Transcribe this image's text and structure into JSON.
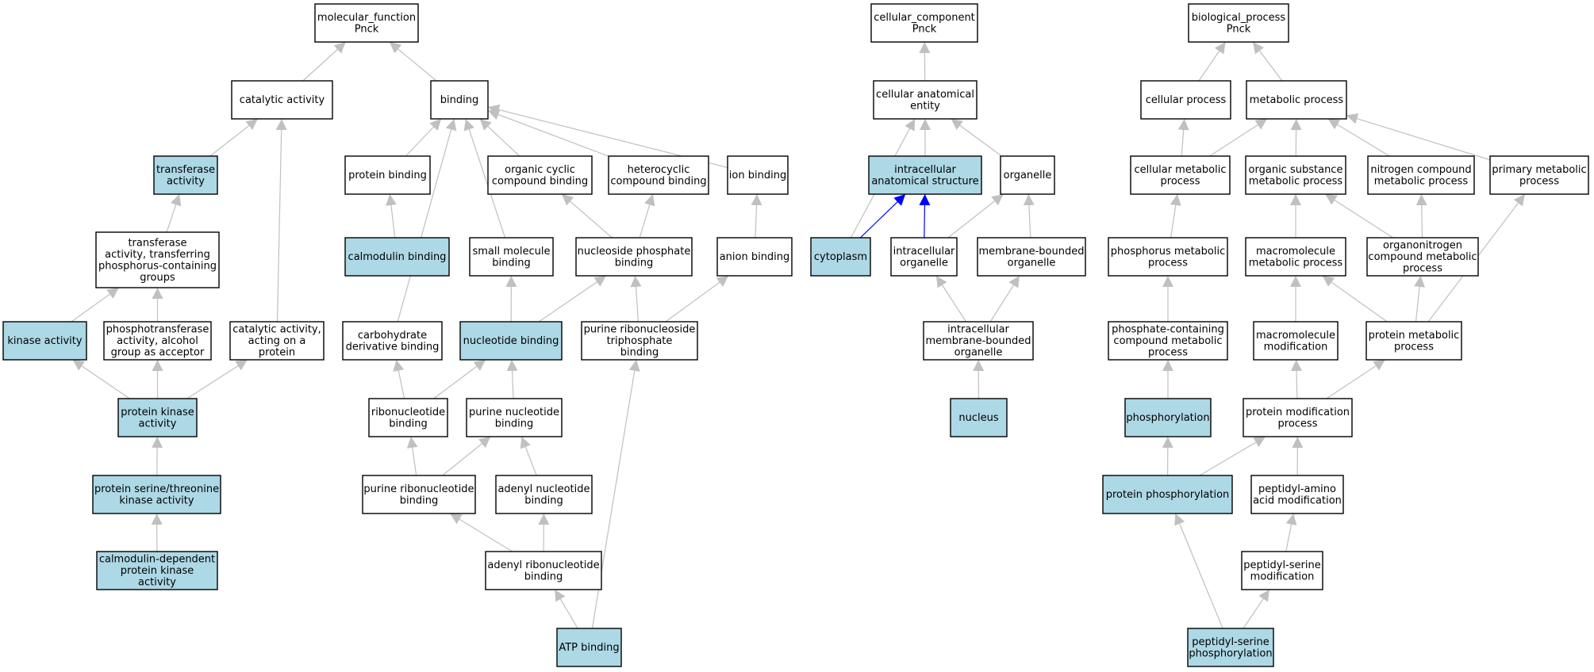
{
  "colors": {
    "highlight": "#add8e6",
    "plain": "#ffffff",
    "edge": "#c0c0c0",
    "edge_emph": "#0000ff",
    "border": "#000000"
  },
  "nodes": [
    {
      "id": "mf",
      "lines": [
        "molecular_function",
        "Pnck"
      ],
      "hl": false
    },
    {
      "id": "catalytic",
      "lines": [
        "catalytic activity"
      ],
      "hl": false
    },
    {
      "id": "binding",
      "lines": [
        "binding"
      ],
      "hl": false
    },
    {
      "id": "transferase",
      "lines": [
        "transferase",
        "activity"
      ],
      "hl": true
    },
    {
      "id": "transfer_p",
      "lines": [
        "transferase",
        "activity, transferring",
        "phosphorus-containing",
        "groups"
      ],
      "hl": false
    },
    {
      "id": "kinase",
      "lines": [
        "kinase activity"
      ],
      "hl": true
    },
    {
      "id": "phosphotransferase",
      "lines": [
        "phosphotransferase",
        "activity, alcohol",
        "group as acceptor"
      ],
      "hl": false
    },
    {
      "id": "cat_protein",
      "lines": [
        "catalytic activity,",
        "acting on a",
        "protein"
      ],
      "hl": false
    },
    {
      "id": "protein_kinase",
      "lines": [
        "protein kinase",
        "activity"
      ],
      "hl": true
    },
    {
      "id": "ser_thr",
      "lines": [
        "protein serine/threonine",
        "kinase activity"
      ],
      "hl": true
    },
    {
      "id": "camk",
      "lines": [
        "calmodulin-dependent",
        "protein kinase",
        "activity"
      ],
      "hl": true
    },
    {
      "id": "protein_binding",
      "lines": [
        "protein binding"
      ],
      "hl": false
    },
    {
      "id": "calmodulin_binding",
      "lines": [
        "calmodulin binding"
      ],
      "hl": true
    },
    {
      "id": "org_cyclic",
      "lines": [
        "organic cyclic",
        "compound binding"
      ],
      "hl": false
    },
    {
      "id": "heterocyclic",
      "lines": [
        "heterocyclic",
        "compound binding"
      ],
      "hl": false
    },
    {
      "id": "ion_binding",
      "lines": [
        "ion binding"
      ],
      "hl": false
    },
    {
      "id": "small_mol",
      "lines": [
        "small molecule",
        "binding"
      ],
      "hl": false
    },
    {
      "id": "nuc_phos",
      "lines": [
        "nucleoside phosphate",
        "binding"
      ],
      "hl": false
    },
    {
      "id": "anion",
      "lines": [
        "anion binding"
      ],
      "hl": false
    },
    {
      "id": "carb_deriv",
      "lines": [
        "carbohydrate",
        "derivative binding"
      ],
      "hl": false
    },
    {
      "id": "nuc_binding",
      "lines": [
        "nucleotide binding"
      ],
      "hl": true
    },
    {
      "id": "pur_ribonucleoside_tp",
      "lines": [
        "purine ribonucleoside",
        "triphosphate",
        "binding"
      ],
      "hl": false
    },
    {
      "id": "ribonuc",
      "lines": [
        "ribonucleotide",
        "binding"
      ],
      "hl": false
    },
    {
      "id": "pur_nuc",
      "lines": [
        "purine nucleotide",
        "binding"
      ],
      "hl": false
    },
    {
      "id": "pur_ribonuc",
      "lines": [
        "purine ribonucleotide",
        "binding"
      ],
      "hl": false
    },
    {
      "id": "adenyl_nuc",
      "lines": [
        "adenyl nucleotide",
        "binding"
      ],
      "hl": false
    },
    {
      "id": "adenyl_ribonuc",
      "lines": [
        "adenyl ribonucleotide",
        "binding"
      ],
      "hl": false
    },
    {
      "id": "atp",
      "lines": [
        "ATP binding"
      ],
      "hl": true
    },
    {
      "id": "cc",
      "lines": [
        "cellular_component",
        "Pnck"
      ],
      "hl": false
    },
    {
      "id": "cae",
      "lines": [
        "cellular anatomical",
        "entity"
      ],
      "hl": false
    },
    {
      "id": "ias",
      "lines": [
        "intracellular",
        "anatomical structure"
      ],
      "hl": true
    },
    {
      "id": "organelle",
      "lines": [
        "organelle"
      ],
      "hl": false
    },
    {
      "id": "cytoplasm",
      "lines": [
        "cytoplasm"
      ],
      "hl": true
    },
    {
      "id": "ic_organelle",
      "lines": [
        "intracellular",
        "organelle"
      ],
      "hl": false
    },
    {
      "id": "mb_organelle",
      "lines": [
        "membrane-bounded",
        "organelle"
      ],
      "hl": false
    },
    {
      "id": "ic_mb_organelle",
      "lines": [
        "intracellular",
        "membrane-bounded",
        "organelle"
      ],
      "hl": false
    },
    {
      "id": "nucleus",
      "lines": [
        "nucleus"
      ],
      "hl": true
    },
    {
      "id": "bp",
      "lines": [
        "biological_process",
        "Pnck"
      ],
      "hl": false
    },
    {
      "id": "cell_proc",
      "lines": [
        "cellular process"
      ],
      "hl": false
    },
    {
      "id": "met_proc",
      "lines": [
        "metabolic process"
      ],
      "hl": false
    },
    {
      "id": "cell_met",
      "lines": [
        "cellular metabolic",
        "process"
      ],
      "hl": false
    },
    {
      "id": "org_sub_met",
      "lines": [
        "organic substance",
        "metabolic process"
      ],
      "hl": false
    },
    {
      "id": "nitro_met",
      "lines": [
        "nitrogen compound",
        "metabolic process"
      ],
      "hl": false
    },
    {
      "id": "prim_met",
      "lines": [
        "primary metabolic",
        "process"
      ],
      "hl": false
    },
    {
      "id": "phos_met",
      "lines": [
        "phosphorus metabolic",
        "process"
      ],
      "hl": false
    },
    {
      "id": "macro_met",
      "lines": [
        "macromolecule",
        "metabolic process"
      ],
      "hl": false
    },
    {
      "id": "organonitro",
      "lines": [
        "organonitrogen",
        "compound metabolic",
        "process"
      ],
      "hl": false
    },
    {
      "id": "phosphate_cont",
      "lines": [
        "phosphate-containing",
        "compound metabolic",
        "process"
      ],
      "hl": false
    },
    {
      "id": "macro_mod",
      "lines": [
        "macromolecule",
        "modification"
      ],
      "hl": false
    },
    {
      "id": "prot_met",
      "lines": [
        "protein metabolic",
        "process"
      ],
      "hl": false
    },
    {
      "id": "phosphorylation",
      "lines": [
        "phosphorylation"
      ],
      "hl": true
    },
    {
      "id": "prot_mod",
      "lines": [
        "protein modification",
        "process"
      ],
      "hl": false
    },
    {
      "id": "prot_phos",
      "lines": [
        "protein phosphorylation"
      ],
      "hl": true
    },
    {
      "id": "peptidyl_aa",
      "lines": [
        "peptidyl-amino",
        "acid modification"
      ],
      "hl": false
    },
    {
      "id": "peptidyl_ser_mod",
      "lines": [
        "peptidyl-serine",
        "modification"
      ],
      "hl": false
    },
    {
      "id": "peptidyl_ser_phos",
      "lines": [
        "peptidyl-serine",
        "phosphorylation"
      ],
      "hl": true
    }
  ],
  "edges": [
    [
      "catalytic",
      "mf"
    ],
    [
      "binding",
      "mf"
    ],
    [
      "transferase",
      "catalytic"
    ],
    [
      "cat_protein",
      "catalytic"
    ],
    [
      "transfer_p",
      "transferase"
    ],
    [
      "kinase",
      "transfer_p"
    ],
    [
      "phosphotransferase",
      "transfer_p"
    ],
    [
      "protein_kinase",
      "kinase"
    ],
    [
      "protein_kinase",
      "phosphotransferase"
    ],
    [
      "protein_kinase",
      "cat_protein"
    ],
    [
      "ser_thr",
      "protein_kinase"
    ],
    [
      "camk",
      "ser_thr"
    ],
    [
      "protein_binding",
      "binding"
    ],
    [
      "org_cyclic",
      "binding"
    ],
    [
      "heterocyclic",
      "binding"
    ],
    [
      "ion_binding",
      "binding"
    ],
    [
      "small_mol",
      "binding"
    ],
    [
      "carb_deriv",
      "binding"
    ],
    [
      "calmodulin_binding",
      "protein_binding"
    ],
    [
      "nuc_phos",
      "org_cyclic"
    ],
    [
      "nuc_phos",
      "heterocyclic"
    ],
    [
      "anion",
      "ion_binding"
    ],
    [
      "nuc_binding",
      "small_mol"
    ],
    [
      "nuc_binding",
      "nuc_phos"
    ],
    [
      "pur_ribonucleoside_tp",
      "nuc_phos"
    ],
    [
      "pur_ribonucleoside_tp",
      "anion"
    ],
    [
      "ribonuc",
      "carb_deriv"
    ],
    [
      "ribonuc",
      "nuc_binding"
    ],
    [
      "pur_nuc",
      "nuc_binding"
    ],
    [
      "pur_ribonuc",
      "ribonuc"
    ],
    [
      "pur_ribonuc",
      "pur_nuc"
    ],
    [
      "adenyl_nuc",
      "pur_nuc"
    ],
    [
      "adenyl_ribonuc",
      "pur_ribonuc"
    ],
    [
      "adenyl_ribonuc",
      "adenyl_nuc"
    ],
    [
      "atp",
      "adenyl_ribonuc"
    ],
    [
      "atp",
      "pur_ribonucleoside_tp"
    ],
    [
      "cae",
      "cc"
    ],
    [
      "ias",
      "cae"
    ],
    [
      "organelle",
      "cae"
    ],
    [
      "cytoplasm",
      "cae"
    ],
    [
      "cytoplasm",
      "ias",
      "emph"
    ],
    [
      "ic_organelle",
      "ias",
      "emph"
    ],
    [
      "ic_organelle",
      "organelle"
    ],
    [
      "mb_organelle",
      "organelle"
    ],
    [
      "ic_mb_organelle",
      "ic_organelle"
    ],
    [
      "ic_mb_organelle",
      "mb_organelle"
    ],
    [
      "nucleus",
      "ic_mb_organelle"
    ],
    [
      "cell_proc",
      "bp"
    ],
    [
      "met_proc",
      "bp"
    ],
    [
      "cell_met",
      "cell_proc"
    ],
    [
      "cell_met",
      "met_proc"
    ],
    [
      "org_sub_met",
      "met_proc"
    ],
    [
      "nitro_met",
      "met_proc"
    ],
    [
      "prim_met",
      "met_proc"
    ],
    [
      "phos_met",
      "cell_met"
    ],
    [
      "macro_met",
      "org_sub_met"
    ],
    [
      "organonitro",
      "org_sub_met"
    ],
    [
      "organonitro",
      "nitro_met"
    ],
    [
      "phosphate_cont",
      "phos_met"
    ],
    [
      "macro_mod",
      "macro_met"
    ],
    [
      "prot_met",
      "macro_met"
    ],
    [
      "prot_met",
      "organonitro"
    ],
    [
      "prot_met",
      "prim_met"
    ],
    [
      "phosphorylation",
      "phosphate_cont"
    ],
    [
      "prot_mod",
      "macro_mod"
    ],
    [
      "prot_mod",
      "prot_met"
    ],
    [
      "prot_phos",
      "phosphorylation"
    ],
    [
      "prot_phos",
      "prot_mod"
    ],
    [
      "peptidyl_aa",
      "prot_mod"
    ],
    [
      "peptidyl_ser_mod",
      "peptidyl_aa"
    ],
    [
      "peptidyl_ser_phos",
      "prot_phos"
    ],
    [
      "peptidyl_ser_phos",
      "peptidyl_ser_mod"
    ]
  ]
}
